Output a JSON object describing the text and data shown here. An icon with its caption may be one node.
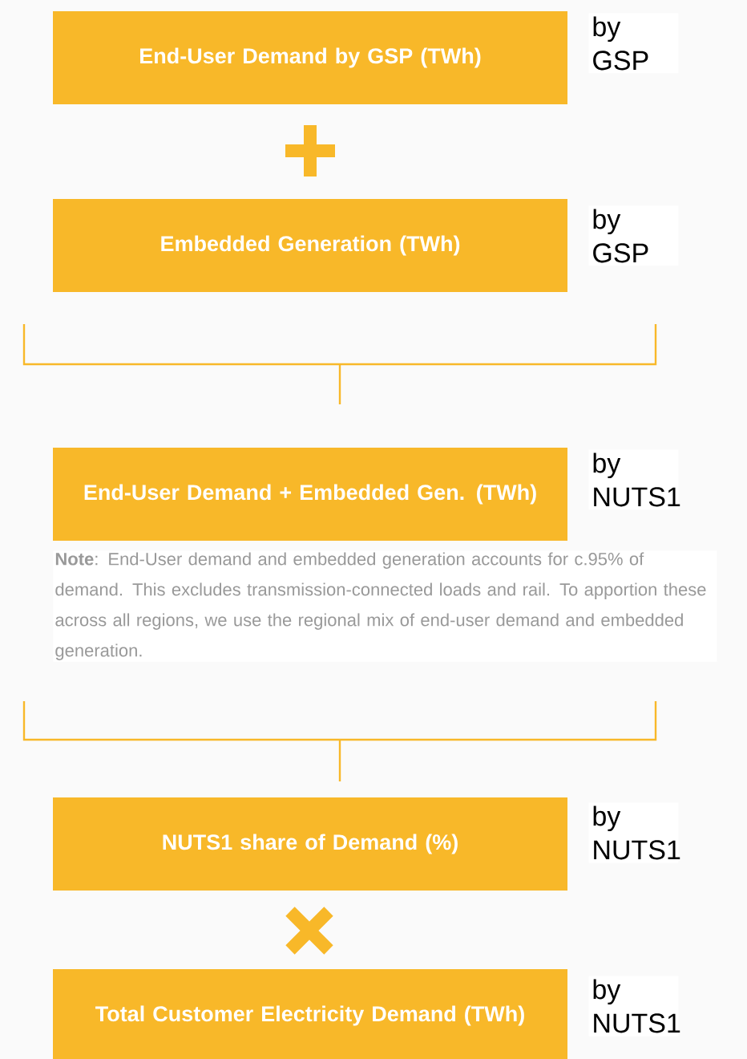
{
  "diagram": {
    "nodes": [
      {
        "text": [
          "End-User Demand by GSP (TWh)"
        ],
        "beside": [
          "by GSP"
        ]
      },
      {
        "text": [
          "Embedded Generation (TWh)"
        ],
        "beside": [
          "by GSP"
        ]
      },
      {
        "text": [
          "End-User Demand + Embedded Gen. (TWh)"
        ],
        "beside": [
          "by NUTS1"
        ]
      },
      {
        "text": [
          "NUTS1 share of Demand (%)"
        ],
        "beside": [
          "by NUTS1"
        ]
      },
      {
        "text": [
          "Total Customer Electricity Demand (TWh)"
        ],
        "beside": [
          "by NUTS1"
        ]
      }
    ],
    "labels": [
      "**Note**: End-User demand and embedded generation accounts for c.95% of demand. This excludes transmission-connected loads and rail. To apportion these across all regions, we use the regional mix of end-user demand and embedded generation."
    ]
  }
}
